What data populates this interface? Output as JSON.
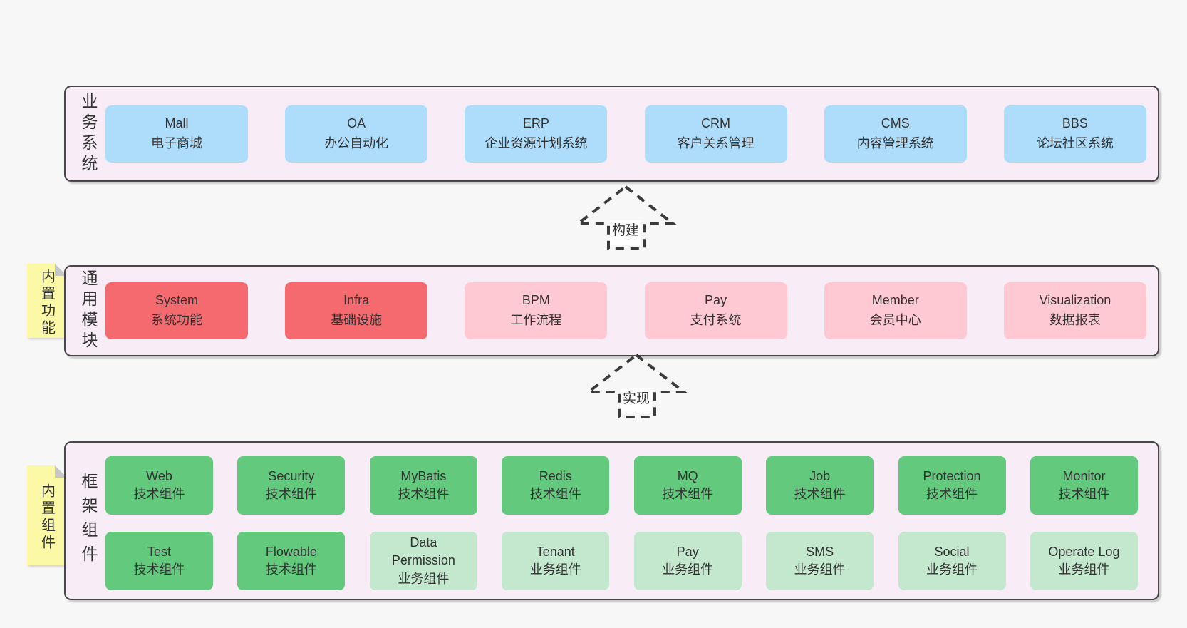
{
  "colors": {
    "page_background": "#f7f7f7",
    "panel_background": "#f8edf6",
    "panel_border": "#474747",
    "business_box": "#aeddfb",
    "core_module_box": "#f56a6e",
    "optional_module_box": "#ffc9d3",
    "tech_component_box": "#62c97d",
    "biz_component_box": "#c3e8cd",
    "sticky_note": "#fbf9a6",
    "text": "#333333"
  },
  "business_systems": {
    "label": "业务系统",
    "items": [
      {
        "title": "Mall",
        "subtitle": "电子商城",
        "variant": "blue"
      },
      {
        "title": "OA",
        "subtitle": "办公自动化",
        "variant": "blue"
      },
      {
        "title": "ERP",
        "subtitle": "企业资源计划系统",
        "variant": "blue"
      },
      {
        "title": "CRM",
        "subtitle": "客户关系管理",
        "variant": "blue"
      },
      {
        "title": "CMS",
        "subtitle": "内容管理系统",
        "variant": "blue"
      },
      {
        "title": "BBS",
        "subtitle": "论坛社区系统",
        "variant": "blue"
      }
    ]
  },
  "build_arrow": {
    "label": "构建"
  },
  "common_modules": {
    "label": "通用模块",
    "sticky_note": "内置功能",
    "items": [
      {
        "title": "System",
        "subtitle": "系统功能",
        "variant": "red"
      },
      {
        "title": "Infra",
        "subtitle": "基础设施",
        "variant": "red"
      },
      {
        "title": "BPM",
        "subtitle": "工作流程",
        "variant": "pink"
      },
      {
        "title": "Pay",
        "subtitle": "支付系统",
        "variant": "pink"
      },
      {
        "title": "Member",
        "subtitle": "会员中心",
        "variant": "pink"
      },
      {
        "title": "Visualization",
        "subtitle": "数据报表",
        "variant": "pink"
      }
    ]
  },
  "implement_arrow": {
    "label": "实现"
  },
  "framework_components": {
    "label": "框架组件",
    "sticky_note": "内置组件",
    "row1": [
      {
        "title": "Web",
        "subtitle": "技术组件",
        "variant": "green"
      },
      {
        "title": "Security",
        "subtitle": "技术组件",
        "variant": "green"
      },
      {
        "title": "MyBatis",
        "subtitle": "技术组件",
        "variant": "green"
      },
      {
        "title": "Redis",
        "subtitle": "技术组件",
        "variant": "green"
      },
      {
        "title": "MQ",
        "subtitle": "技术组件",
        "variant": "green"
      },
      {
        "title": "Job",
        "subtitle": "技术组件",
        "variant": "green"
      },
      {
        "title": "Protection",
        "subtitle": "技术组件",
        "variant": "green"
      },
      {
        "title": "Monitor",
        "subtitle": "技术组件",
        "variant": "green"
      }
    ],
    "row2": [
      {
        "title": "Test",
        "subtitle": "技术组件",
        "variant": "green"
      },
      {
        "title": "Flowable",
        "subtitle": "技术组件",
        "variant": "green"
      },
      {
        "title": "Data Permission",
        "subtitle": "业务组件",
        "variant": "light-green"
      },
      {
        "title": "Tenant",
        "subtitle": "业务组件",
        "variant": "light-green"
      },
      {
        "title": "Pay",
        "subtitle": "业务组件",
        "variant": "light-green"
      },
      {
        "title": "SMS",
        "subtitle": "业务组件",
        "variant": "light-green"
      },
      {
        "title": "Social",
        "subtitle": "业务组件",
        "variant": "light-green"
      },
      {
        "title": "Operate Log",
        "subtitle": "业务组件",
        "variant": "light-green"
      }
    ]
  }
}
